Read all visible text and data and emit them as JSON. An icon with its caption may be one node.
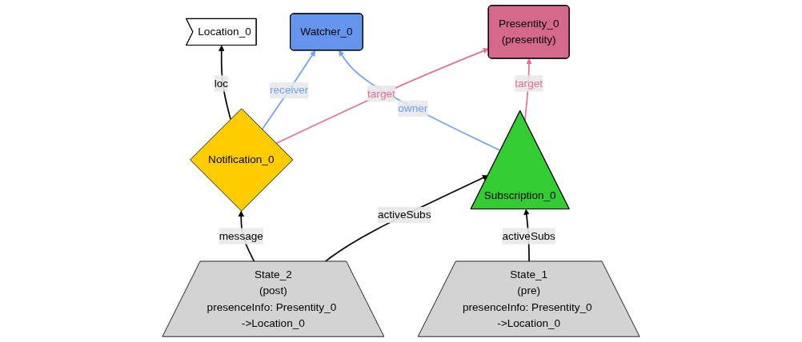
{
  "diagram": {
    "nodes": [
      {
        "text": [
          "Location_0"
        ]
      },
      {
        "text": [
          "Watcher_0"
        ]
      },
      {
        "text": [
          "Presentity_0",
          "(presentity)"
        ]
      },
      {
        "text": [
          "Notification_0"
        ]
      },
      {
        "text": [
          "Subscription_0"
        ]
      },
      {
        "text": [
          "State_2",
          "(post)",
          "presenceInfo: Presentity_0 ->Location_0"
        ]
      },
      {
        "text": [
          "State_1",
          "(pre)",
          "presenceInfo: Presentity_0 ->Location_0"
        ]
      }
    ],
    "edges": [
      {
        "from": 3,
        "to": 0,
        "arrow": "to",
        "label": "loc"
      },
      {
        "from": 3,
        "to": 1,
        "arrow": "to",
        "label": "receiver",
        "color": "#6f9ff7"
      },
      {
        "from": 4,
        "to": 1,
        "arrow": "to",
        "label": "owner",
        "color": "#6f9ff7"
      },
      {
        "from": 3,
        "to": 2,
        "arrow": "to",
        "label": "target",
        "color": "#e0709a"
      },
      {
        "from": 4,
        "to": 2,
        "arrow": "to",
        "label": "target",
        "color": "#e0709a"
      },
      {
        "from": 5,
        "to": 3,
        "arrow": "to",
        "label": "message"
      },
      {
        "from": 5,
        "to": 4,
        "arrow": "to",
        "label": "activeSubs"
      },
      {
        "from": 6,
        "to": 4,
        "arrow": "to",
        "label": "activeSubs"
      }
    ]
  }
}
